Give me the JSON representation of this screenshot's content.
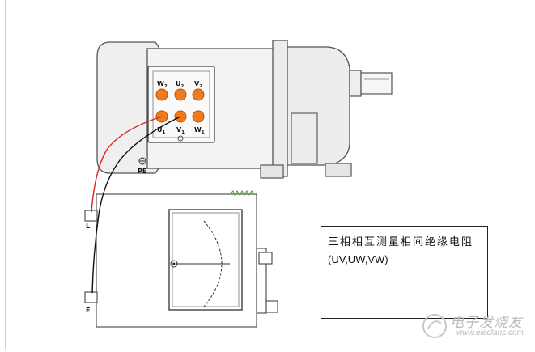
{
  "terminals": {
    "w2": "W",
    "w2_sub": "2",
    "u2": "U",
    "u2_sub": "2",
    "v2": "V",
    "v2_sub": "2",
    "u1": "U",
    "u1_sub": "1",
    "v1": "V",
    "v1_sub": "1",
    "w1": "W",
    "w1_sub": "1"
  },
  "ground_label": "PE",
  "meter": {
    "line_label": "L",
    "earth_label": "E"
  },
  "info": {
    "title": "三相相互测量相间绝缘电阻",
    "subtitle": "(UV,UW,VW)"
  },
  "watermark": {
    "main": "电子发烧友",
    "site": "www.elecfans.com"
  },
  "colors": {
    "terminal_fill": "#f07a1e",
    "red_lead": "#e02020",
    "black_lead": "#111111",
    "motor_outline": "#555555",
    "motor_fill": "#efefef"
  }
}
